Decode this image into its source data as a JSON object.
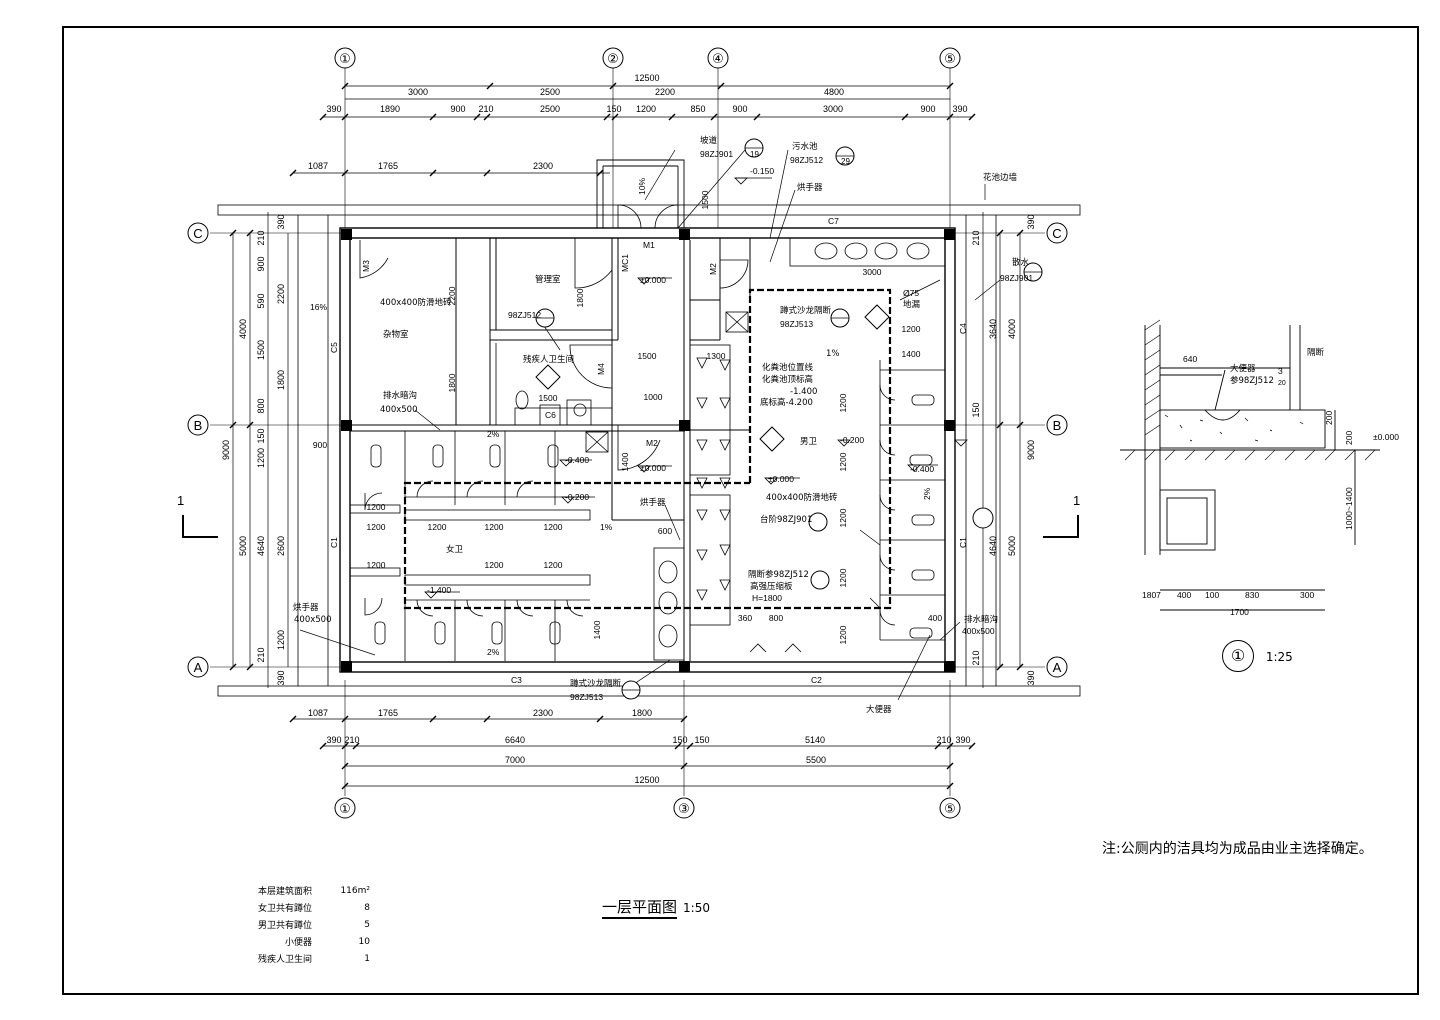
{
  "drawing": {
    "title": "一层平面图",
    "scale": "1:50",
    "note": "注:公厕内的洁具均为成品由业主选择确定。",
    "grid_top": [
      "①",
      "②",
      "④",
      "⑤"
    ],
    "grid_bottom": [
      "①",
      "③",
      "⑤"
    ],
    "grid_rows": [
      "C",
      "B",
      "A"
    ],
    "section_mark": "1",
    "top_dims": {
      "overall": "12500",
      "row1": [
        "3000",
        "2500",
        "2200",
        "4800"
      ],
      "row2": [
        "390",
        "1890",
        "900",
        "210",
        "2500",
        "150",
        "1200",
        "850",
        "900",
        "3000",
        "900",
        "390"
      ],
      "row3": [
        "1087",
        "1765",
        "2300"
      ]
    },
    "bottom_dims": {
      "row1": [
        "1087",
        "1765",
        "2300",
        "1800"
      ],
      "row2": [
        "390",
        "210",
        "6640",
        "150",
        "150",
        "5140",
        "210",
        "390"
      ],
      "row3": [
        "7000",
        "5500"
      ],
      "overall": "12500"
    },
    "left_dims": {
      "overall": "9000",
      "row1": [
        "4000",
        "5000"
      ],
      "row2": [
        "210",
        "900",
        "590",
        "1500",
        "800",
        "150",
        "1200",
        "4640",
        "210"
      ],
      "row3": [
        "390",
        "2200",
        "1800",
        "2600",
        "1200",
        "390"
      ]
    },
    "right_dims": {
      "overall": "9000",
      "row1": [
        "4000",
        "5000"
      ],
      "row2": [
        "3640",
        "4640"
      ],
      "row3": [
        "390",
        "210",
        "150",
        "210",
        "390"
      ]
    },
    "rooms": {
      "storage": "杂物室",
      "storage_floor": "400x400防滑地砖",
      "drain_left": "排水暗沟",
      "drain_left_size": "400x500",
      "office": "管理室",
      "accessible": "残疾人卫生间",
      "women": "女卫",
      "men": "男卫",
      "men_floor": "400x400防滑地砖",
      "septic": "化粪池位置线",
      "septic2": "化粪池顶标高",
      "septic_top": "-1.400",
      "septic_bottom": "底标高-4.200",
      "slope_note": "1%"
    },
    "labels": {
      "door_m1": "M1",
      "door_mc1": "MC1",
      "door_m2": "M2",
      "door_m3": "M3",
      "door_m4": "M4",
      "win_c7": "C7",
      "win_c3": "C3",
      "win_c2": "C2",
      "win_c1": "C1",
      "win_c4": "C4",
      "win_c5": "C5",
      "win_c6": "C6",
      "ramp": "坡道",
      "ramp_ref": "98ZJ901",
      "ramp_detail": "19",
      "sink": "污水池",
      "sink_ref": "98ZJ512",
      "sink_detail": "29",
      "dryer": "烘手器",
      "dryer2": "烘手器",
      "dryer3": "烘手器",
      "flower_bed": "花池边墙",
      "scatter": "散水",
      "scatter_ref": "98ZJ901",
      "cleanout": "Ø75",
      "cleanout2": "地漏",
      "squat_ref": "98ZJ513",
      "squat_label": "蹲式沙龙隔断",
      "squat_label2": "蹲式沙龙隔断",
      "squat_ref2": "98ZJ513",
      "partition": "隔断参98ZJ512",
      "partition2": "高强压缩板",
      "partition_h": "H=1800",
      "counter": "台阶98ZJ901",
      "drain_right": "排水暗沟",
      "drain_right_size": "400x500",
      "urinal_ref": "98ZJ512",
      "level_0": "±0.000",
      "level_150": "-0.150",
      "level_400": "-0.400",
      "level_200": "-0.200",
      "level_1400": "-1.400",
      "slope_2": "2%",
      "slope_10": "10%",
      "slope_16": "16%",
      "scale_detail_ref": "参98ZJ512",
      "squat_pan": "大便器"
    },
    "detail": {
      "number": "①",
      "scale": "1:25",
      "dims": [
        "1807",
        "400",
        "100",
        "830",
        "300"
      ],
      "dim_total": "1700",
      "dim_640": "640",
      "dim_200a": "200",
      "dim_200b": "200",
      "depth": "1000~1400",
      "level": "±0.000",
      "label_wall": "隔断",
      "label_pan": "大便器",
      "ref": "参98ZJ512",
      "ref_no": "20",
      "ref_mark": "3"
    },
    "stats": [
      {
        "label": "本层建筑面积",
        "value": "116m²"
      },
      {
        "label": "女卫共有蹲位",
        "value": "8"
      },
      {
        "label": "男卫共有蹲位",
        "value": "5"
      },
      {
        "label": "小便器",
        "value": "10"
      },
      {
        "label": "残疾人卫生间",
        "value": "1"
      }
    ]
  }
}
